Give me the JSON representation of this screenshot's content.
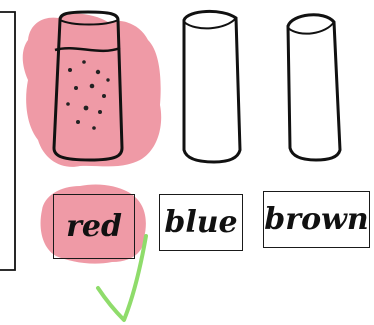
{
  "colors": {
    "pink_fill": "#ef9aa6",
    "ink": "#111111",
    "check_green": "#8fdc6b",
    "background": "#ffffff"
  },
  "labels": {
    "red": "red",
    "blue": "blue",
    "brown": "brown"
  },
  "icons": {
    "tube_with_dots": "test-tube-filled-icon",
    "tube_empty_1": "test-tube-empty-icon",
    "tube_empty_2": "test-tube-empty-icon",
    "check": "checkmark-icon"
  }
}
